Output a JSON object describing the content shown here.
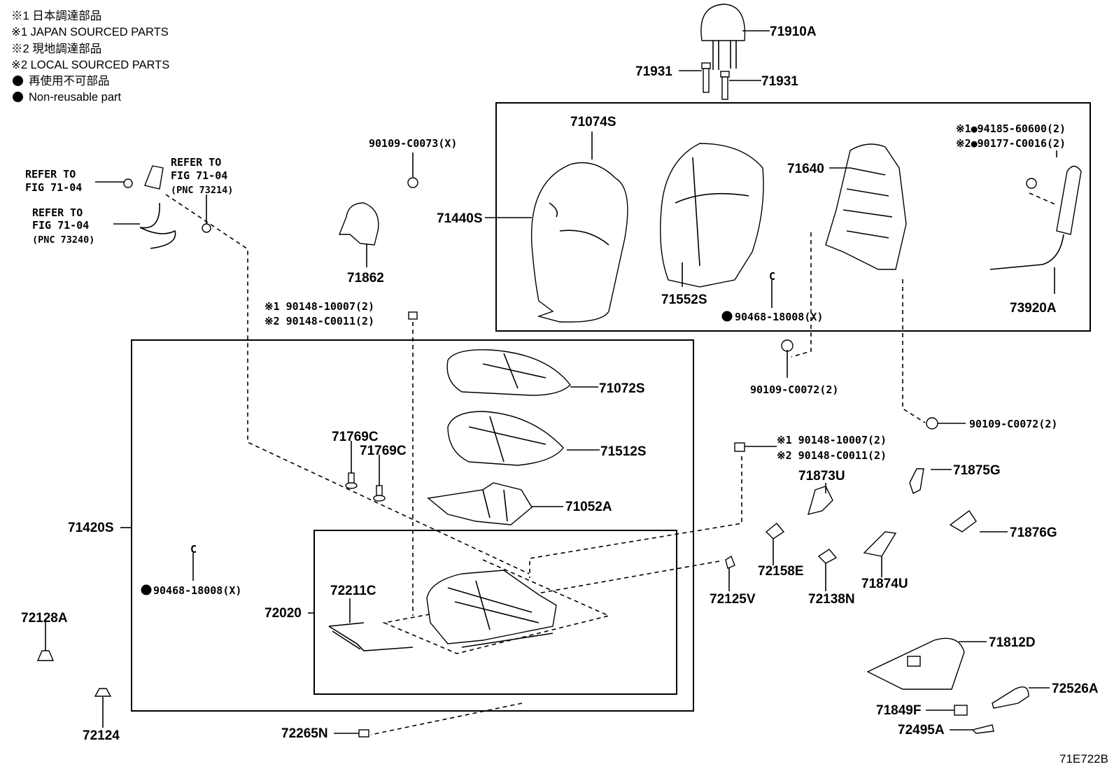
{
  "legend": [
    "※1 日本調達部品",
    "※1 JAPAN SOURCED PARTS",
    "※2 現地調達部品",
    "※2 LOCAL SOURCED PARTS",
    "再使用不可部品",
    "Non-reusable part"
  ],
  "refs": {
    "r1_line1": "REFER TO",
    "r1_line2": "FIG 71-04",
    "r2_line1": "REFER TO",
    "r2_line2": "FIG 71-04",
    "r2_line3": "(PNC 73214)",
    "r3_line1": "REFER TO",
    "r3_line2": "FIG 71-04",
    "r3_line3": "(PNC 73240)"
  },
  "labels": {
    "p71910A": "71910A",
    "p71931a": "71931",
    "p71931b": "71931",
    "p90109_0073": "90109-C0073(X)",
    "p71074S": "71074S",
    "p71640": "71640",
    "n1_94185": "※1●94185-60600(2)",
    "n2_90177": "※2●90177-C0016(2)",
    "p71440S": "71440S",
    "p71862": "71862",
    "p71552S": "71552S",
    "c_90468_top": "C",
    "p90468_top": "90468-18008(X)",
    "p73920A": "73920A",
    "n1_90148a": "※1 90148-10007(2)",
    "n2_90148a": "※2 90148-C0011(2)",
    "p90109_0072a": "90109-C0072(2)",
    "p71072S": "71072S",
    "p90109_0072b": "90109-C0072(2)",
    "p71769C_a": "71769C",
    "p71769C_b": "71769C",
    "p71512S": "71512S",
    "n1_90148b": "※1 90148-10007(2)",
    "n2_90148b": "※2 90148-C0011(2)",
    "p71873U": "71873U",
    "p71875G": "71875G",
    "p71052A": "71052A",
    "p71420S": "71420S",
    "p71876G": "71876G",
    "c_90468_bot": "C",
    "p90468_bot": "90468-18008(X)",
    "p72211C": "72211C",
    "p72158E": "72158E",
    "p71874U": "71874U",
    "p72020": "72020",
    "p72125V": "72125V",
    "p72138N": "72138N",
    "p72128A": "72128A",
    "p71812D": "71812D",
    "p72526A": "72526A",
    "p71849F": "71849F",
    "p72124": "72124",
    "p72265N": "72265N",
    "p72495A": "72495A",
    "fig_code": "71E722B"
  }
}
